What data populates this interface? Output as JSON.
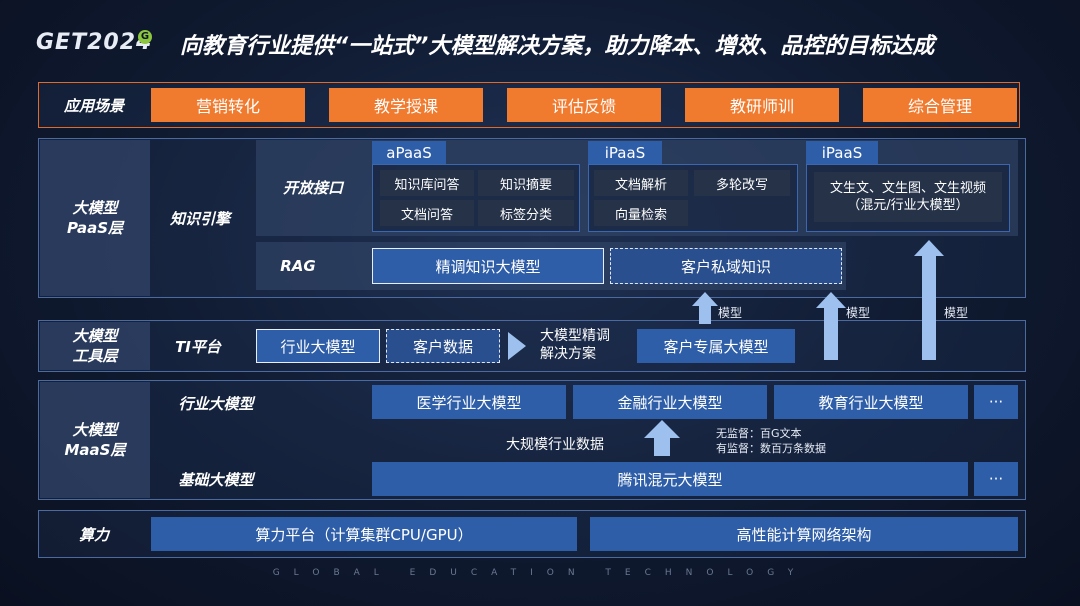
{
  "header": {
    "logo_text": "GET2024",
    "logo_badge": "G",
    "title": "向教育行业提供“一站式”大模型解决方案，助力降本、增效、品控的目标达成"
  },
  "app_scenarios": {
    "label": "应用场景",
    "items": [
      "营销转化",
      "教学授课",
      "评估反馈",
      "教研师训",
      "综合管理"
    ]
  },
  "paas": {
    "label": "大模型\nPaaS层",
    "knowledge_engine": "知识引擎",
    "open_api": "开放接口",
    "apaas": {
      "title": "aPaaS",
      "items": [
        "知识库问答",
        "知识摘要",
        "文档问答",
        "标签分类"
      ]
    },
    "ipaas1": {
      "title": "iPaaS",
      "items": [
        "文档解析",
        "多轮改写",
        "向量检索"
      ]
    },
    "ipaas2": {
      "title": "iPaaS",
      "text": "文生文、文生图、文生视频\n（混元/行业大模型）"
    },
    "rag": "RAG",
    "rag_items": [
      "精调知识大模型",
      "客户私域知识"
    ]
  },
  "tools": {
    "label": "大模型\n工具层",
    "ti_platform": "TI平台",
    "items": [
      "行业大模型",
      "客户数据"
    ],
    "solution": "大模型精调\n解决方案",
    "customer_model": "客户专属大模型",
    "arrow_labels": [
      "模型",
      "模型",
      "模型"
    ]
  },
  "maas": {
    "label": "大模型\nMaaS层",
    "industry_label": "行业大模型",
    "industry_items": [
      "医学行业大模型",
      "金融行业大模型",
      "教育行业大模型",
      "···"
    ],
    "data_label": "大规模行业数据",
    "data_note": "无监督：百G文本\n有监督：数百万条数据",
    "base_label": "基础大模型",
    "base_model": "腾讯混元大模型",
    "base_more": "···"
  },
  "compute": {
    "label": "算力",
    "items": [
      "算力平台（计算集群CPU/GPU）",
      "高性能计算网络架构"
    ]
  },
  "footer": "GLOBAL EDUCATION TECHNOLOGY",
  "colors": {
    "orange": "#f07a2e",
    "blue": "#2f5ea8",
    "arrow": "#9dc0ee",
    "frame_orange": "#e06a2a"
  }
}
